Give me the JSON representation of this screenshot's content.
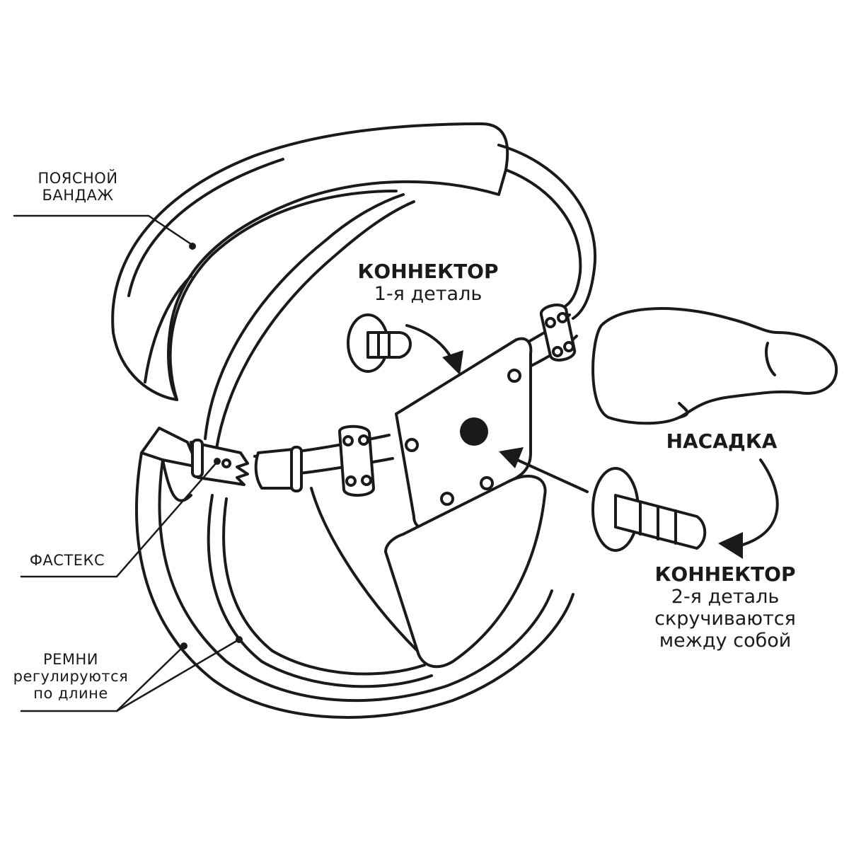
{
  "labels": {
    "waist_bandage": [
      "ПОЯСНОЙ",
      "БАНДАЖ"
    ],
    "connector_1": {
      "title": "КОННЕКТОР",
      "sub": "1-я деталь"
    },
    "attachment": "НАСАДКА",
    "fastex": "ФАСТЕКС",
    "straps": [
      "РЕМНИ",
      "регулируются",
      "по длине"
    ],
    "connector_2": {
      "title": "КОННЕКТОР",
      "lines": [
        "2-я деталь",
        "скручиваются",
        "между собой"
      ]
    }
  },
  "colors": {
    "line": "#1a1a1a",
    "background": "#ffffff"
  }
}
